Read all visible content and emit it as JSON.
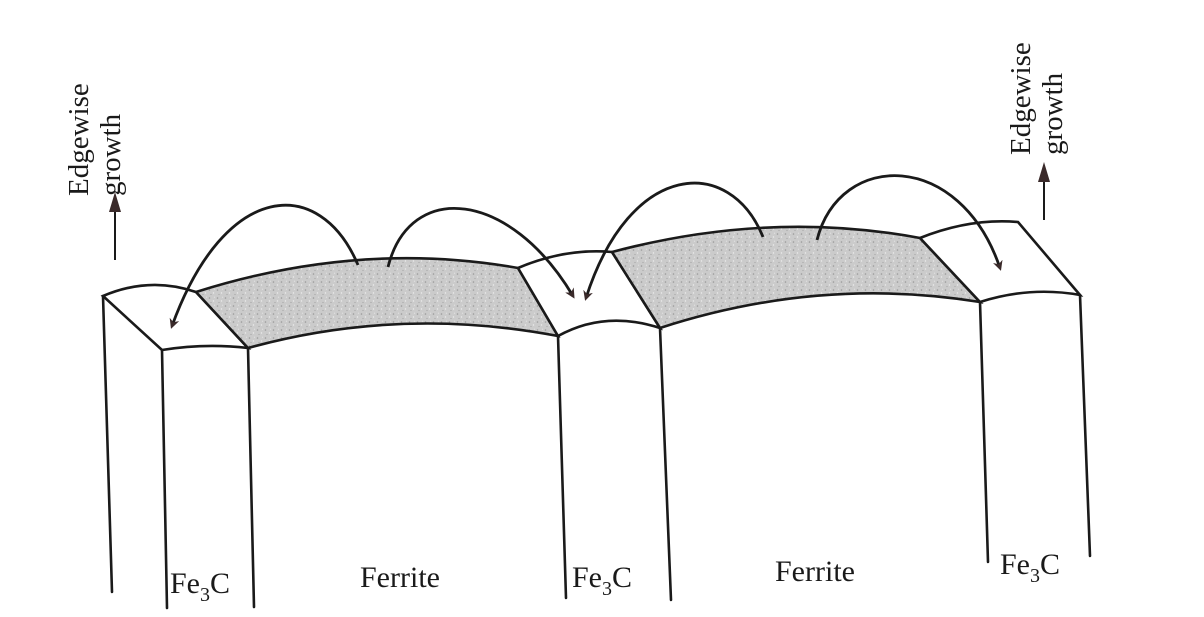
{
  "labels": {
    "cementite_left": "Fe",
    "cementite_middle": "Fe",
    "cementite_right": "Fe",
    "subscript": "3",
    "cementite_suffix": "C",
    "ferrite_left": "Ferrite",
    "ferrite_right": "Ferrite",
    "growth_left_line1": "Edgewise",
    "growth_left_line2": "growth",
    "growth_right_line1": "Edgewise",
    "growth_right_line2": "growth"
  },
  "colors": {
    "ferrite_fill": "#c9c9c9",
    "ink": "#1a1a1a",
    "arrow_head": "#5a3a3a"
  },
  "icons": {
    "growth_arrow": "up-arrow-icon",
    "diffusion_arrow": "curved-arrow-icon"
  }
}
